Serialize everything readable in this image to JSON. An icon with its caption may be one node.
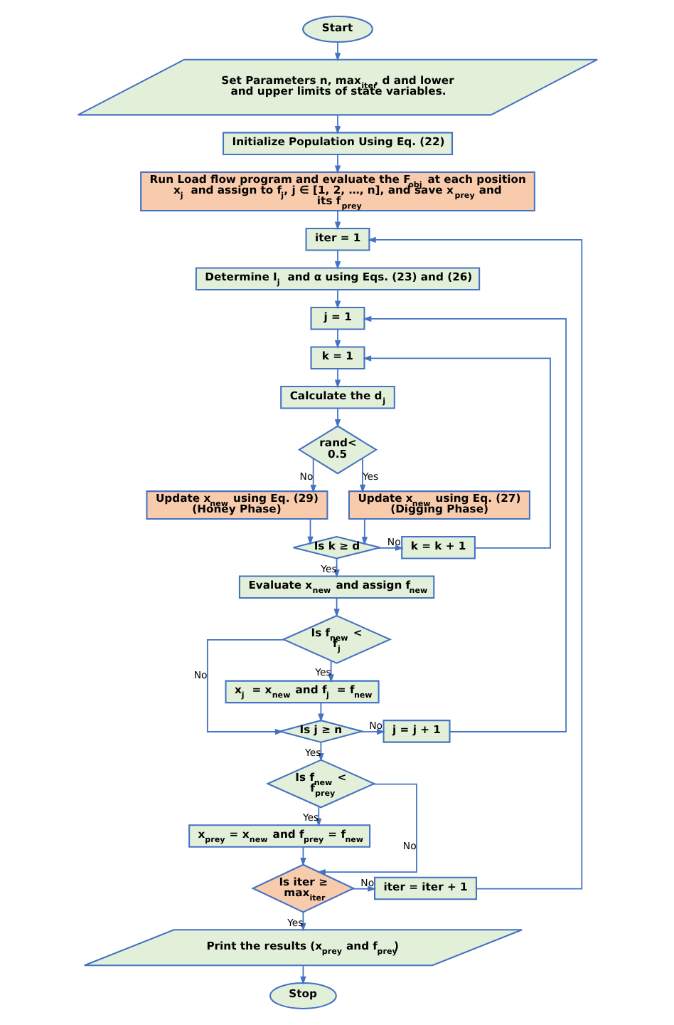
{
  "diagram": {
    "nodes": [
      {
        "text": [
          "Start"
        ]
      },
      {
        "text": [
          "Set Parameters n, max$_{iter}$, d and lower and upper limits of state variables."
        ]
      },
      {
        "text": [
          "Initialize Population Using Eq. (22)"
        ]
      },
      {
        "text": [
          "Run Load flow program and evaluate the F$_{obj}$ at each position x$_{j}$ and assign to f$_{j}$, j ∈ [1, 2, …, n], and save x$_{prey}$ and its f$_{prey}$"
        ]
      },
      {
        "text": [
          "iter = 1"
        ]
      },
      {
        "text": [
          "Determine I$_{j}$ and α using Eqs. (23) and (26)"
        ]
      },
      {
        "text": [
          "j = 1"
        ]
      },
      {
        "text": [
          "k = 1"
        ]
      },
      {
        "text": [
          "Calculate the d$_{j}$"
        ]
      },
      {
        "text": [
          "rand< 0.5"
        ]
      },
      {
        "text": [
          "Update x$_{new}$ using Eq. (29) (Honey Phase)"
        ]
      },
      {
        "text": [
          "Update x$_{new}$ using Eq. (27) (Digging Phase)"
        ]
      },
      {
        "text": [
          "Is k ≥ d"
        ]
      },
      {
        "text": [
          "k = k + 1"
        ]
      },
      {
        "text": [
          "Evaluate x$_{new}$ and assign f$_{new}$"
        ]
      },
      {
        "text": [
          "Is f$_{new}$ < f$_{j}$"
        ]
      },
      {
        "text": [
          "x$_{j}$ = x$_{new}$ and f$_{j}$ = f$_{new}$"
        ]
      },
      {
        "text": [
          "Is j ≥ n"
        ]
      },
      {
        "text": [
          "j = j + 1"
        ]
      },
      {
        "text": [
          "Is f$_{new}$ < f$_{prey}$"
        ]
      },
      {
        "text": [
          "x$_{prey}$ = x$_{new}$ and f$_{prey}$ = f$_{new}$"
        ]
      },
      {
        "text": [
          "Is iter ≥ max$_{iter}$"
        ]
      },
      {
        "text": [
          "iter = iter + 1"
        ]
      },
      {
        "text": [
          "Print the results (x$_{prey}$ and f$_{prey}$)"
        ]
      },
      {
        "text": [
          "Stop"
        ]
      }
    ],
    "edges": [
      {
        "from": 0,
        "to": 1,
        "arrow": "to"
      },
      {
        "from": 1,
        "to": 2,
        "arrow": "to"
      },
      {
        "from": 2,
        "to": 3,
        "arrow": "to"
      },
      {
        "from": 3,
        "to": 4,
        "arrow": "to"
      },
      {
        "from": 4,
        "to": 5,
        "arrow": "to"
      },
      {
        "from": 5,
        "to": 6,
        "arrow": "to"
      },
      {
        "from": 6,
        "to": 7,
        "arrow": "to"
      },
      {
        "from": 7,
        "to": 8,
        "arrow": "to"
      },
      {
        "from": 8,
        "to": 9,
        "arrow": "to"
      },
      {
        "from": 9,
        "to": 10,
        "arrow": "to",
        "label": "No"
      },
      {
        "from": 9,
        "to": 11,
        "arrow": "to",
        "label": "Yes"
      },
      {
        "from": 10,
        "to": 12,
        "arrow": "to"
      },
      {
        "from": 11,
        "to": 12,
        "arrow": "to"
      },
      {
        "from": 12,
        "to": 13,
        "arrow": "to",
        "label": "No"
      },
      {
        "from": 13,
        "to": 7,
        "arrow": "to"
      },
      {
        "from": 12,
        "to": 14,
        "arrow": "to",
        "label": "Yes"
      },
      {
        "from": 14,
        "to": 15,
        "arrow": "to"
      },
      {
        "from": 15,
        "to": 17,
        "arrow": "to",
        "label": "No"
      },
      {
        "from": 15,
        "to": 16,
        "arrow": "to",
        "label": "Yes"
      },
      {
        "from": 16,
        "to": 17,
        "arrow": "to"
      },
      {
        "from": 17,
        "to": 18,
        "arrow": "to",
        "label": "No"
      },
      {
        "from": 18,
        "to": 6,
        "arrow": "to"
      },
      {
        "from": 17,
        "to": 19,
        "arrow": "to",
        "label": "Yes"
      },
      {
        "from": 19,
        "to": 21,
        "arrow": "to",
        "label": "No"
      },
      {
        "from": 19,
        "to": 20,
        "arrow": "to",
        "label": "Yes"
      },
      {
        "from": 20,
        "to": 21,
        "arrow": "to"
      },
      {
        "from": 21,
        "to": 22,
        "arrow": "to",
        "label": "No"
      },
      {
        "from": 22,
        "to": 4,
        "arrow": "to"
      },
      {
        "from": 21,
        "to": 23,
        "arrow": "to",
        "label": "Yes"
      },
      {
        "from": 23,
        "to": 24,
        "arrow": "to"
      }
    ]
  }
}
